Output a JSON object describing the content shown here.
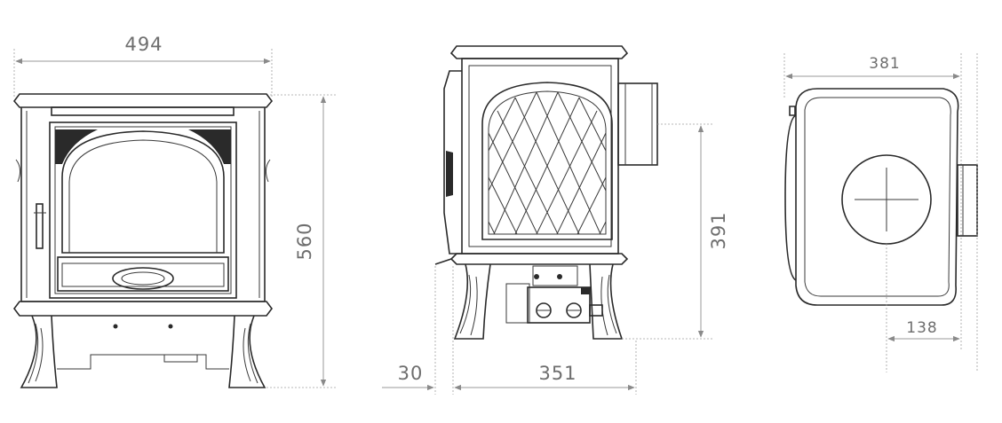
{
  "diagram": {
    "views": [
      {
        "id": "front",
        "dimensions": {
          "width": "494",
          "height": "560"
        }
      },
      {
        "id": "side",
        "dimensions": {
          "outlet_height": "391",
          "depth": "351",
          "offset": "30"
        }
      },
      {
        "id": "top",
        "dimensions": {
          "width": "381",
          "flue_offset": "138"
        }
      }
    ],
    "colors": {
      "ink": "#2a2a2a",
      "dimension": "#8a8a8a",
      "label": "#6e6e6e"
    }
  }
}
